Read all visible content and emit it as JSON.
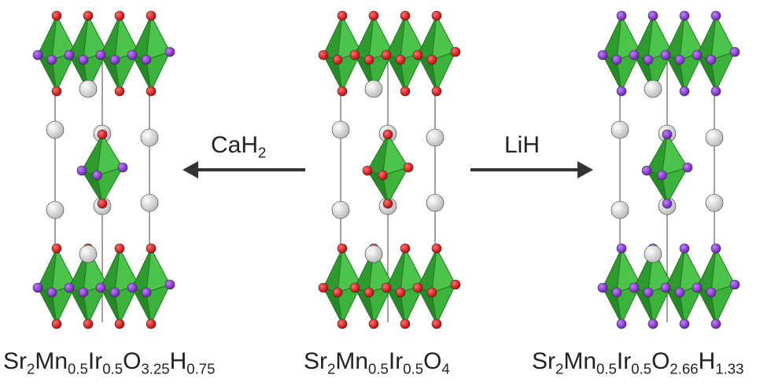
{
  "structures": [
    {
      "id": "left",
      "formula": [
        {
          "t": "Sr",
          "sub": "2"
        },
        {
          "t": "Mn",
          "sub": "0.5"
        },
        {
          "t": "Ir",
          "sub": "0.5"
        },
        {
          "t": "O",
          "sub": "3.25"
        },
        {
          "t": "H",
          "sub": "0.75"
        }
      ]
    },
    {
      "id": "center",
      "formula": [
        {
          "t": "Sr",
          "sub": "2"
        },
        {
          "t": "Mn",
          "sub": "0.5"
        },
        {
          "t": "Ir",
          "sub": "0.5"
        },
        {
          "t": "O",
          "sub": "4"
        }
      ]
    },
    {
      "id": "right",
      "formula": [
        {
          "t": "Sr",
          "sub": "2"
        },
        {
          "t": "Mn",
          "sub": "0.5"
        },
        {
          "t": "Ir",
          "sub": "0.5"
        },
        {
          "t": "O",
          "sub": "2.66"
        },
        {
          "t": "H",
          "sub": "1.33"
        }
      ]
    }
  ],
  "reactions": [
    {
      "id": "to-left",
      "reagent": [
        {
          "t": "CaH",
          "sub": "2"
        }
      ],
      "direction": "left"
    },
    {
      "id": "to-right",
      "reagent": [
        {
          "t": "LiH",
          "sub": ""
        }
      ],
      "direction": "right"
    }
  ],
  "colors": {
    "octahedron": "#3cb43c",
    "octahedron_dark": "#1f7a1f",
    "oxygen": "#e00000",
    "hydride": "#8a2be2",
    "strontium": "#e6e6e6",
    "arrow": "#333333"
  }
}
